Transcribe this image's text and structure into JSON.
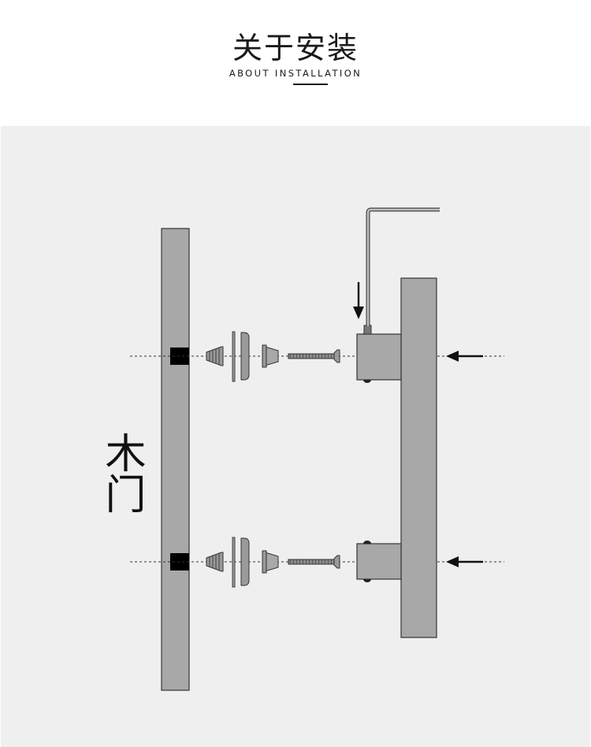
{
  "header": {
    "title_cn": "关于安装",
    "title_en": "ABOUT INSTALLATION"
  },
  "diagram": {
    "door_label": "木门",
    "colors": {
      "panel_background": "#efefef",
      "door_fill": "#a8a8a8",
      "handle_fill": "#a8a8a8",
      "outline": "#333333",
      "hole_fill": "#000000",
      "dashed_axis": "#333333",
      "arrow": "#111111"
    },
    "icons": [
      "allen-key-icon",
      "down-arrow-icon",
      "left-arrow-icon",
      "anchor-plug-icon",
      "washer-icon",
      "spacer-icon",
      "screw-icon",
      "mounting-post-icon"
    ]
  }
}
